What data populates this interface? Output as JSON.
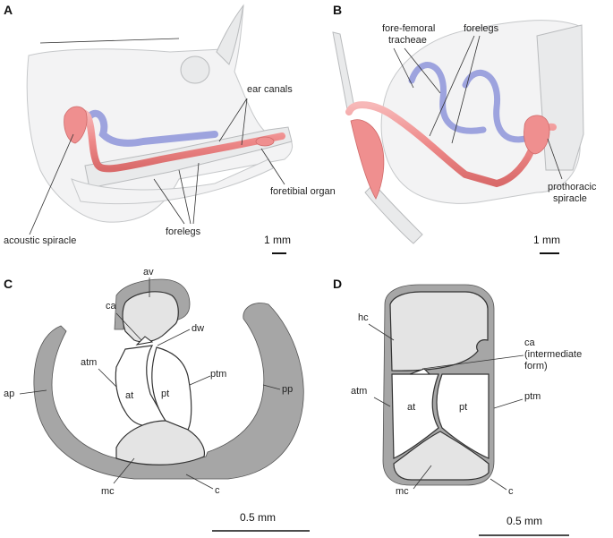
{
  "panels": {
    "A": {
      "letter": "A",
      "labels": {
        "ear_canals": "ear canals",
        "foretibial_organ": "foretibial organ",
        "forelegs": "forelegs",
        "acoustic_spiracle": "acoustic spiracle"
      },
      "scalebar": "1 mm"
    },
    "B": {
      "letter": "B",
      "labels": {
        "fore_femoral_line1": "fore-femoral",
        "fore_femoral_line2": "tracheae",
        "forelegs": "forelegs",
        "prothoracic_line1": "prothoracic",
        "prothoracic_line2": "spiracle"
      },
      "scalebar": "1 mm"
    },
    "C": {
      "letter": "C",
      "labels": {
        "av": "av",
        "ca": "ca",
        "dw": "dw",
        "ap": "ap",
        "atm": "atm",
        "at": "at",
        "pt": "pt",
        "ptm": "ptm",
        "pp": "pp",
        "mc": "mc",
        "c": "c"
      },
      "scalebar": "0.5 mm"
    },
    "D": {
      "letter": "D",
      "labels": {
        "hc": "hc",
        "ca_line1": "ca",
        "ca_line2": "(intermediate",
        "ca_line3": "form)",
        "atm": "atm",
        "at": "at",
        "pt": "pt",
        "ptm": "ptm",
        "mc": "mc",
        "c": "c"
      },
      "scalebar": "0.5 mm"
    }
  },
  "colors": {
    "tracheae_red": "#ef8f8f",
    "tracheae_blue": "#9da3de",
    "section_grey": "#a6a6a6",
    "chamber_grey": "#e4e4e4"
  }
}
